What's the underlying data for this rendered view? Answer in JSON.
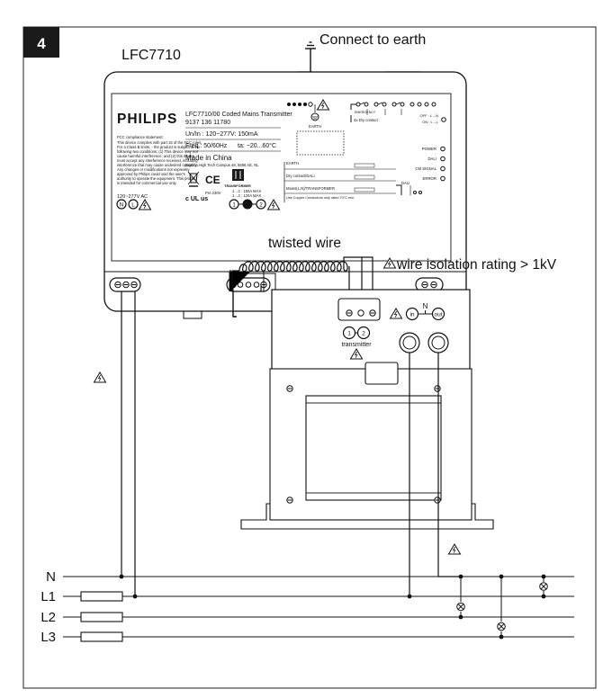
{
  "step_number": "4",
  "device": {
    "label": "LFC7710",
    "brand": "PHILIPS",
    "model_line": "LFC7710/00  Coded Mains Transmitter",
    "part_number": "9137 136 11780",
    "rating_line": "Un/In : 120~277V: 150mA",
    "freq_line": "Freq : 50/60Hz",
    "ta_line": "ta: −20...60°C",
    "origin": "Made in China",
    "origin_sub": "Signify, High Tech Campus 48, 5656 AE, NL",
    "fcc_text": [
      "FCC compliance statement:",
      "This device complies with part 15 of the FCC rules.",
      "For a Class B limits, - the product is subject to the",
      "following two conditions: (1) This device may not",
      "cause harmful interference, and (2) this device",
      "must accept any interference received, including",
      "interference that may cause undesired operation.",
      "Any changes or modifications not expressly",
      "approved by Philips could void the user's",
      "authority to operate the equipment. This product",
      "is intended for commercial use only."
    ],
    "ce_mark": "CE",
    "ul_mark": "c UL us",
    "pre_label": "Pre 230V",
    "power_input": "120~277V AC",
    "n_label": "N",
    "l_label": "L",
    "transformer_title": "TRANSFORMER",
    "transformer_line1": "1→2 : 150A MAX",
    "transformer_line2": "1→2 : 120A MAX",
    "t1": "1",
    "t2": "2",
    "earth_label": "EARTH",
    "emergency_label": "EMERGENCY",
    "dry_contact_label": "4x Dry contact",
    "status_labels": [
      "OFF : L→N",
      "ON : L→L"
    ],
    "leds": [
      "POWER",
      "DALI",
      "CM SIGNAL",
      "ERROR"
    ],
    "dali_label": "DALI",
    "wiring_rows": [
      "EARTH",
      "Dry contact/DALI",
      "Mains(L,N)/TRANSFORMER"
    ],
    "wiring_note": "Use Copper Conductors only rated 70°C min"
  },
  "annotations": {
    "connect_to_earth": "Connect to earth",
    "twisted_wire": "twisted wire",
    "wire_isolation": "wire isolation rating > 1kV"
  },
  "transformer": {
    "n_label": "N",
    "in_label": "in",
    "out_label": "out",
    "t1": "1",
    "t2": "2",
    "caption": "transmitter"
  },
  "mains": {
    "lines": [
      "N",
      "L1",
      "L2",
      "L3"
    ]
  },
  "icons": [
    "warning-triangle-icon",
    "ground-icon",
    "lamp-icon",
    "fuse-icon",
    "screw-terminal-icon",
    "recycle-bin-icon"
  ]
}
